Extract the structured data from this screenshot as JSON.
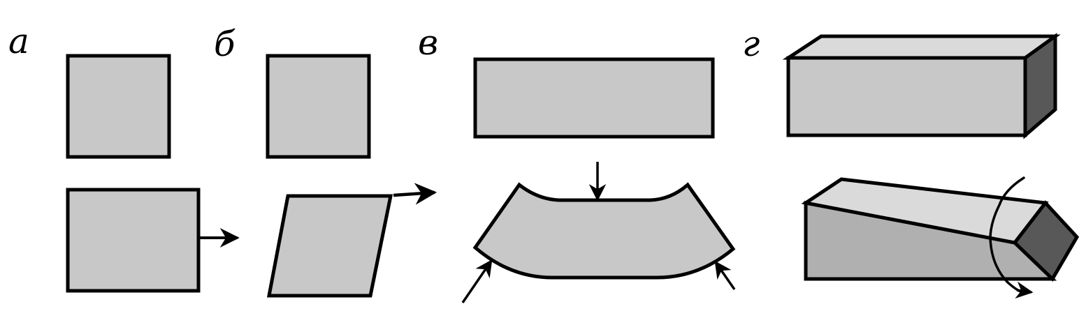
{
  "panels": [
    {
      "id": "a",
      "label": "а"
    },
    {
      "id": "b",
      "label": "б"
    },
    {
      "id": "v",
      "label": "в"
    },
    {
      "id": "g",
      "label": "г"
    }
  ],
  "colors": {
    "fill": "#c8c8c8",
    "fill_light": "#dadada",
    "fill_mid": "#b0b0b0",
    "fill_dark": "#585858",
    "stroke": "#000000",
    "background": "#ffffff"
  }
}
